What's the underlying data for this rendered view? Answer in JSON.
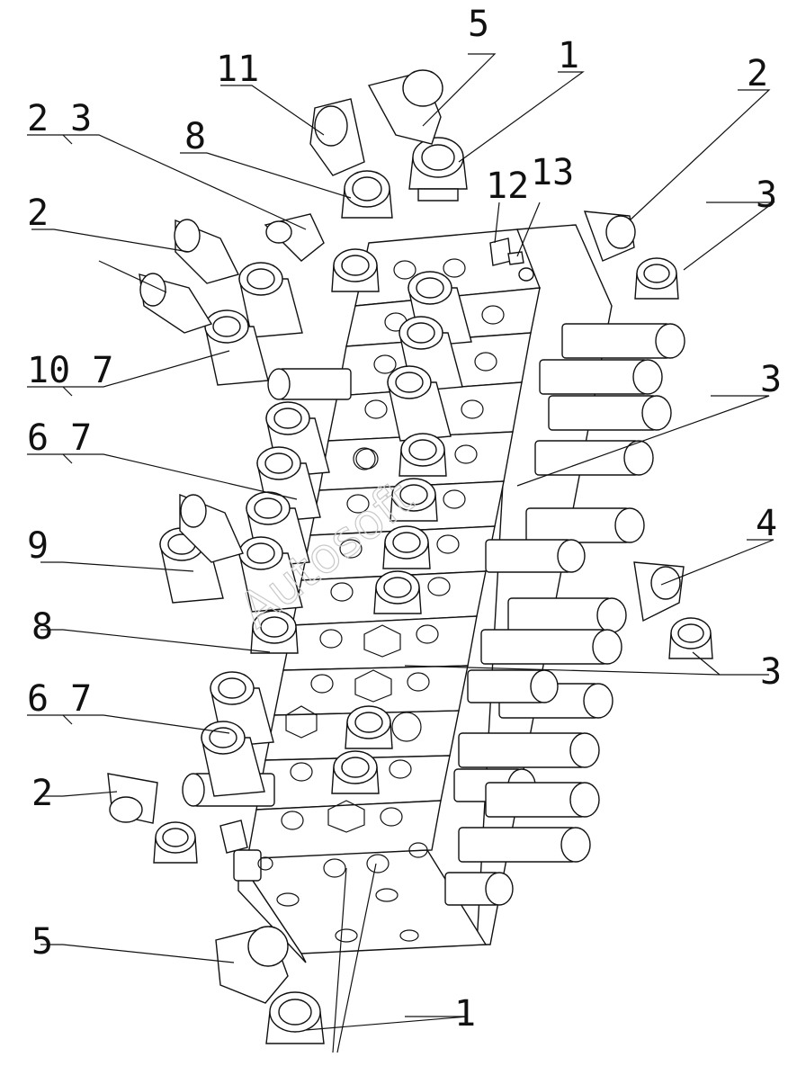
{
  "watermark": "Autosoft",
  "callouts": [
    {
      "id": "c-5-top",
      "label": "5"
    },
    {
      "id": "c-1-top",
      "label": "1"
    },
    {
      "id": "c-11",
      "label": "11"
    },
    {
      "id": "c-2-3",
      "label": "2 3"
    },
    {
      "id": "c-8-top",
      "label": "8"
    },
    {
      "id": "c-12",
      "label": "12"
    },
    {
      "id": "c-13",
      "label": "13"
    },
    {
      "id": "c-2-right",
      "label": "2"
    },
    {
      "id": "c-3-right-top",
      "label": "3"
    },
    {
      "id": "c-2-left",
      "label": "2"
    },
    {
      "id": "c-10-7",
      "label": "10 7"
    },
    {
      "id": "c-3-right-mid",
      "label": "3"
    },
    {
      "id": "c-6-7-top",
      "label": "6 7"
    },
    {
      "id": "c-4",
      "label": "4"
    },
    {
      "id": "c-9",
      "label": "9"
    },
    {
      "id": "c-8-mid",
      "label": "8"
    },
    {
      "id": "c-3-right-low",
      "label": "3"
    },
    {
      "id": "c-6-7-bottom",
      "label": "6 7"
    },
    {
      "id": "c-2-bottom",
      "label": "2"
    },
    {
      "id": "c-5-bottom",
      "label": "5"
    },
    {
      "id": "c-1-bottom",
      "label": "1"
    }
  ]
}
